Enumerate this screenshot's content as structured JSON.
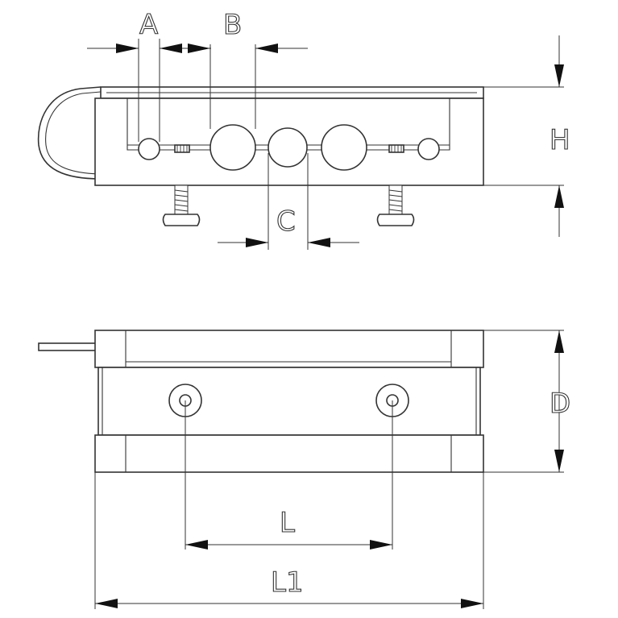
{
  "labels": {
    "a": "A",
    "b": "B",
    "c": "C",
    "h": "H",
    "d": "D",
    "l": "L",
    "l1": "L1"
  },
  "colors": {
    "line": "#333333",
    "arrow": "#111111",
    "background": "#ffffff"
  }
}
